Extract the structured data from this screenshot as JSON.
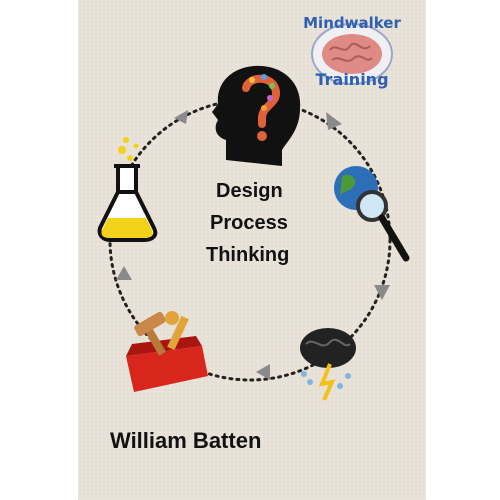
{
  "cover": {
    "title_lines": [
      "Design",
      "Process",
      "Thinking"
    ],
    "author": "William Batten",
    "badge": {
      "top": "Mindwalker",
      "bottom": "Training"
    }
  },
  "icons": [
    "head-question-icon",
    "globe-magnifier-icon",
    "brain-lightning-icon",
    "toolbox-icon",
    "flask-icon",
    "cycle-arrow-icon"
  ],
  "colors": {
    "background": "#e8e2d8",
    "arrow": "#8a8a8a",
    "badge_blue": "#2d5fb3",
    "flask_liquid": "#f3d21a",
    "toolbox_red": "#d9261c"
  }
}
